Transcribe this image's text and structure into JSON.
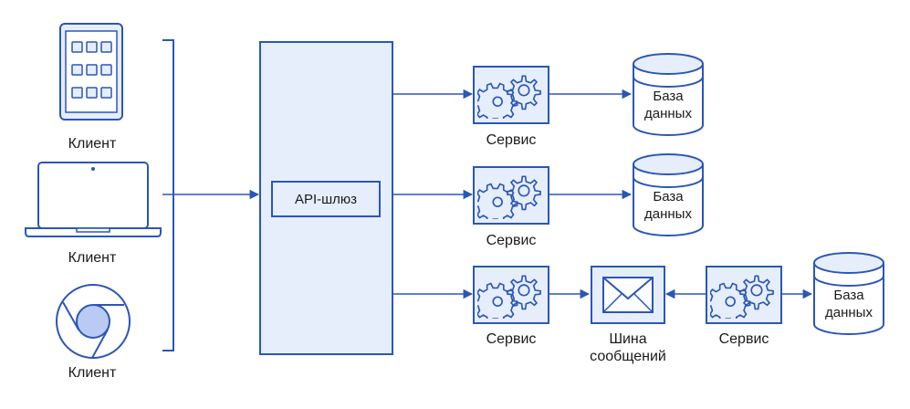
{
  "colors": {
    "stroke": "#2a56b8",
    "fill_light": "#e6eefc",
    "fill_circle": "#b9cbf2",
    "background": "#ffffff"
  },
  "clients": [
    {
      "label": "Клиент",
      "icon": "tablet-icon"
    },
    {
      "label": "Клиент",
      "icon": "laptop-icon"
    },
    {
      "label": "Клиент",
      "icon": "browser-icon"
    }
  ],
  "gateway": {
    "label": "API-шлюз"
  },
  "services": [
    {
      "label": "Сервис"
    },
    {
      "label": "Сервис"
    },
    {
      "label": "Сервис"
    },
    {
      "label": "Сервис"
    }
  ],
  "message_bus": {
    "label_line1": "Шина",
    "label_line2": "сообщений",
    "icon": "envelope-icon"
  },
  "databases": [
    {
      "line1": "База",
      "line2": "данных"
    },
    {
      "line1": "База",
      "line2": "данных"
    },
    {
      "line1": "База",
      "line2": "данных"
    }
  ]
}
